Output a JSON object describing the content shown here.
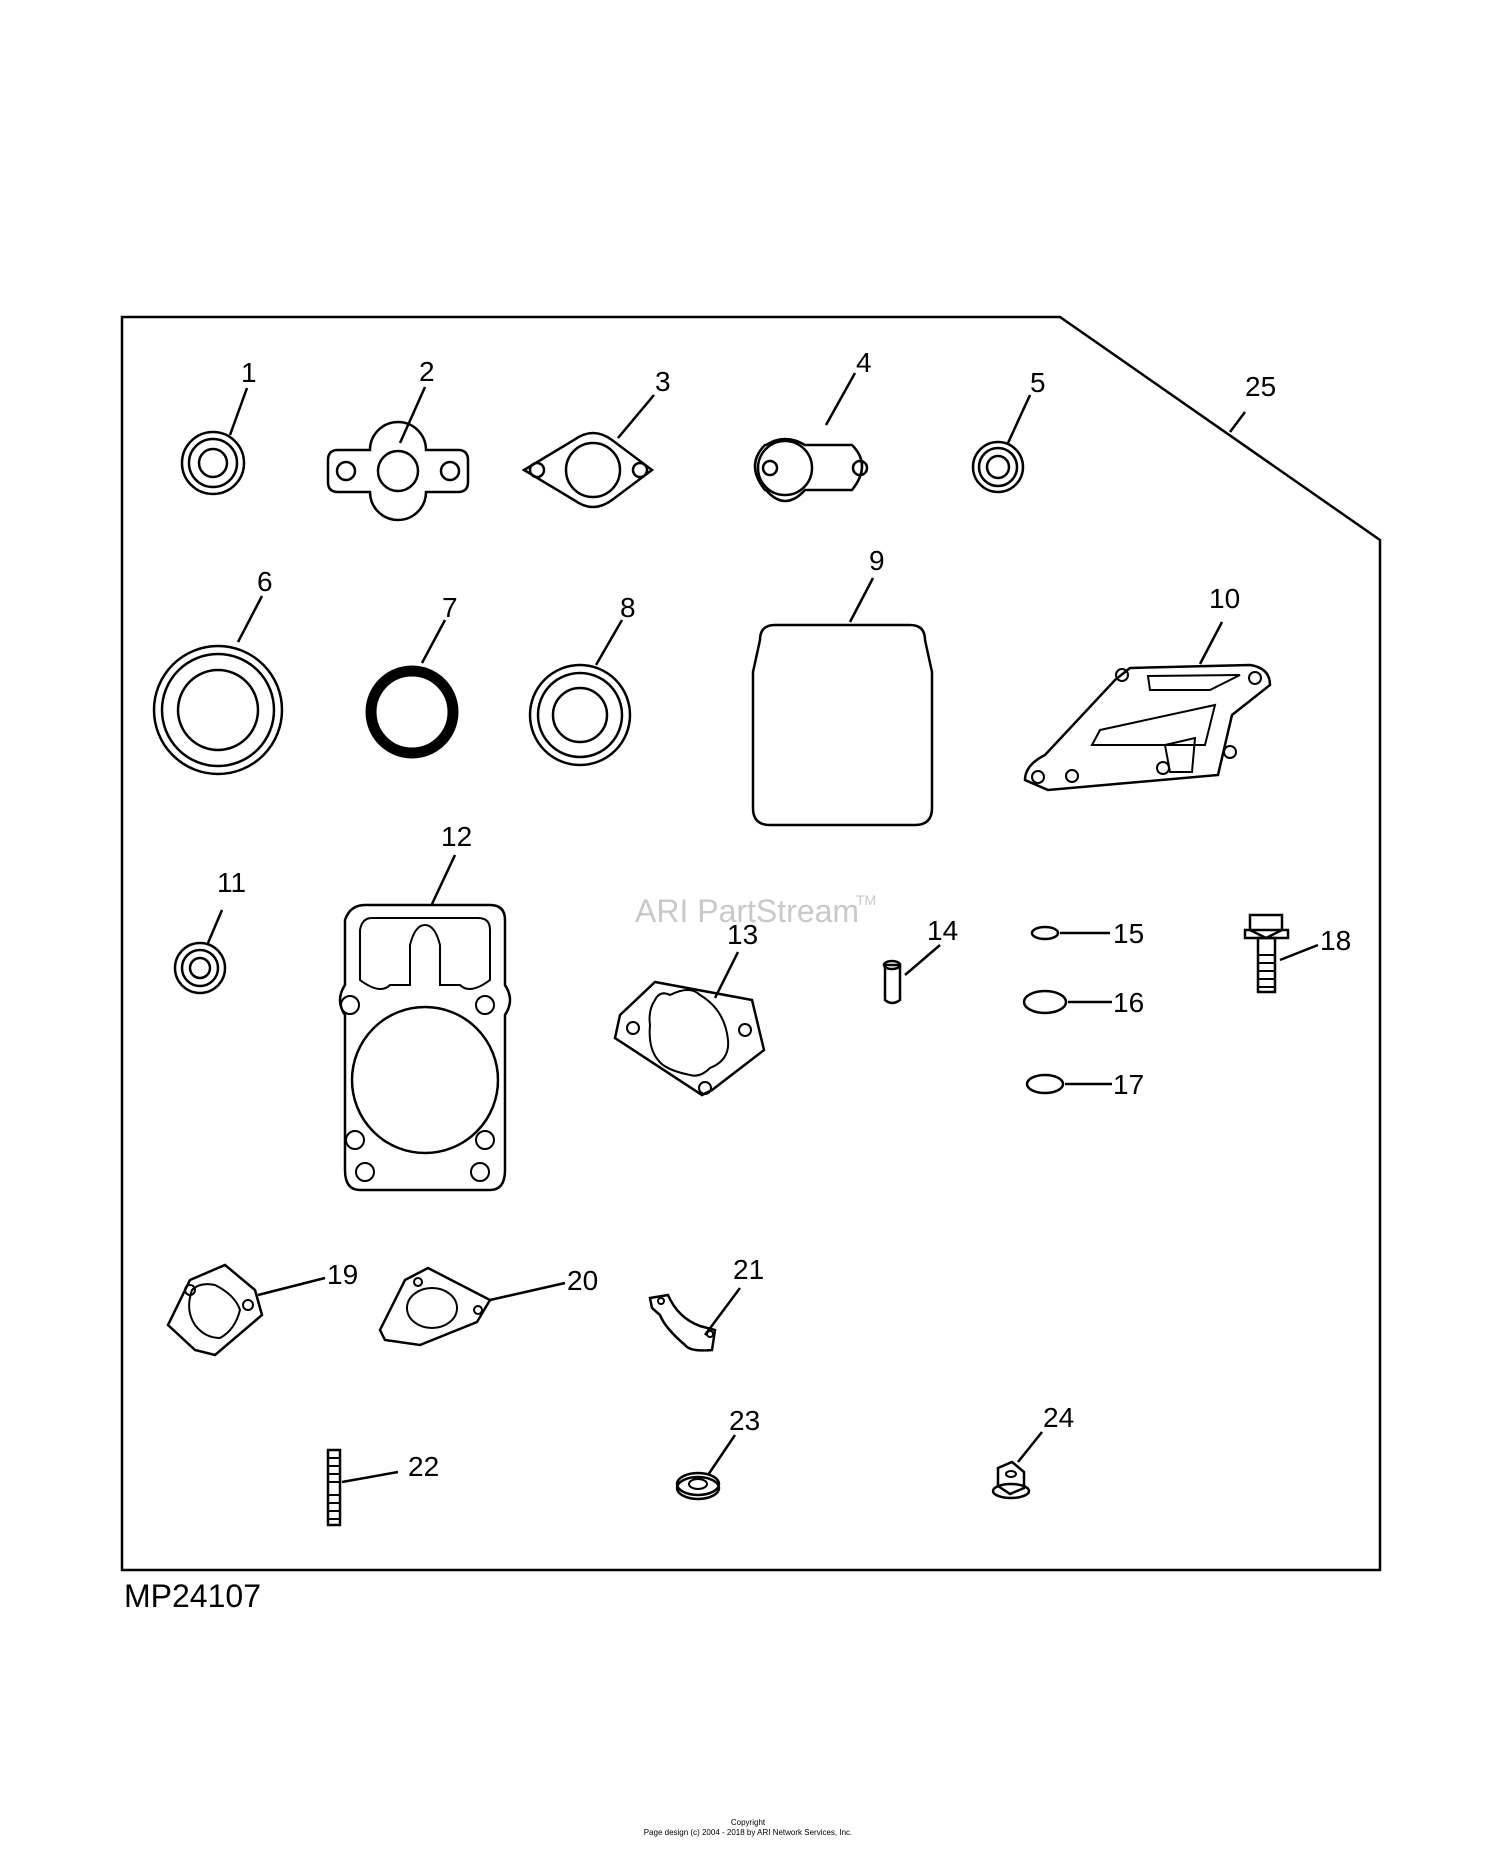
{
  "figure_id": "MP24107",
  "watermark": {
    "text": "ARI PartStream",
    "trademark": "TM"
  },
  "footer": {
    "line1": "Copyright",
    "line2": "Page design (c) 2004 - 2018 by ARI Network Services, Inc."
  },
  "callouts": {
    "c1": "1",
    "c2": "2",
    "c3": "3",
    "c4": "4",
    "c5": "5",
    "c6": "6",
    "c7": "7",
    "c8": "8",
    "c9": "9",
    "c10": "10",
    "c11": "11",
    "c12": "12",
    "c13": "13",
    "c14": "14",
    "c15": "15",
    "c16": "16",
    "c17": "17",
    "c18": "18",
    "c19": "19",
    "c20": "20",
    "c21": "21",
    "c22": "22",
    "c23": "23",
    "c24": "24",
    "c25": "25"
  }
}
